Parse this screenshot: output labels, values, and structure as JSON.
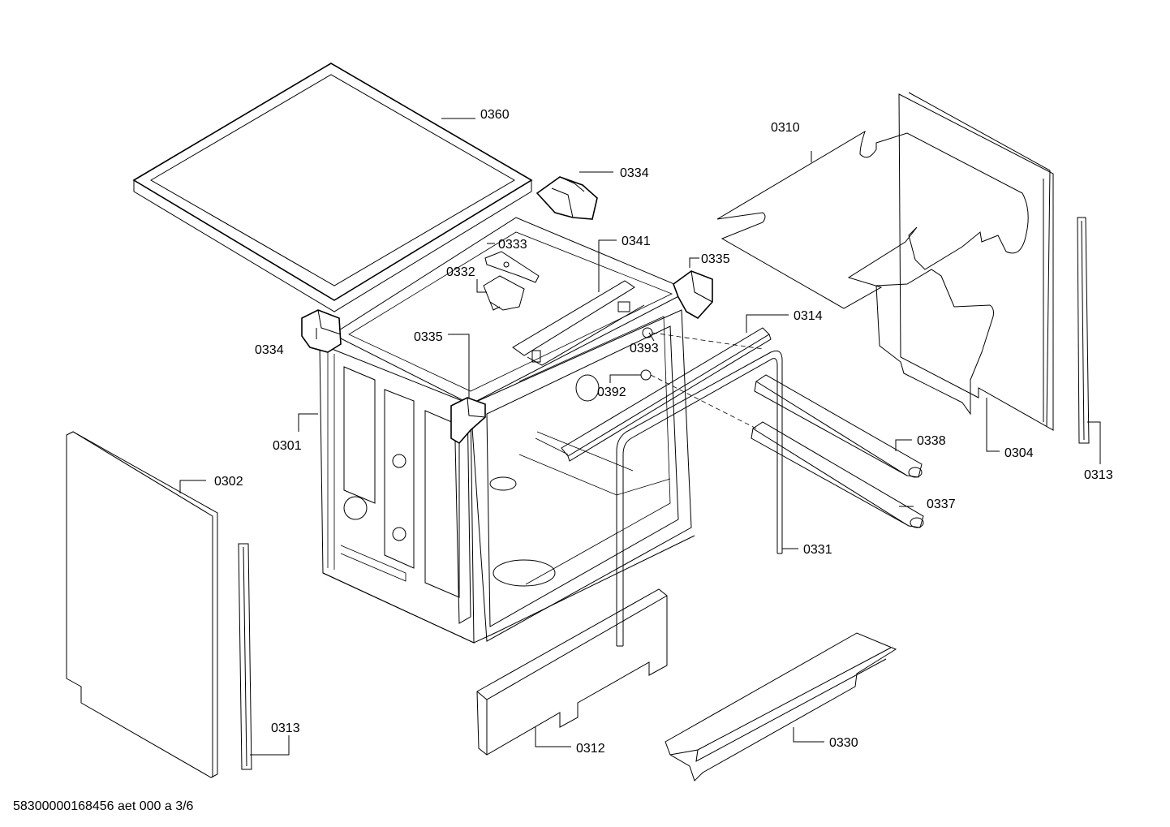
{
  "labels": {
    "p0360": "0360",
    "p0334a": "0334",
    "p0334b": "0334",
    "p0333": "0333",
    "p0332": "0332",
    "p0341": "0341",
    "p0335a": "0335",
    "p0335b": "0335",
    "p0310": "0310",
    "p0314": "0314",
    "p0393": "0393",
    "p0392": "0392",
    "p0301": "0301",
    "p0302": "0302",
    "p0313a": "0313",
    "p0313b": "0313",
    "p0304": "0304",
    "p0338": "0338",
    "p0337": "0337",
    "p0331": "0331",
    "p0312": "0312",
    "p0330": "0330"
  },
  "footer": "58300000168456 aet 000 a 3/6"
}
